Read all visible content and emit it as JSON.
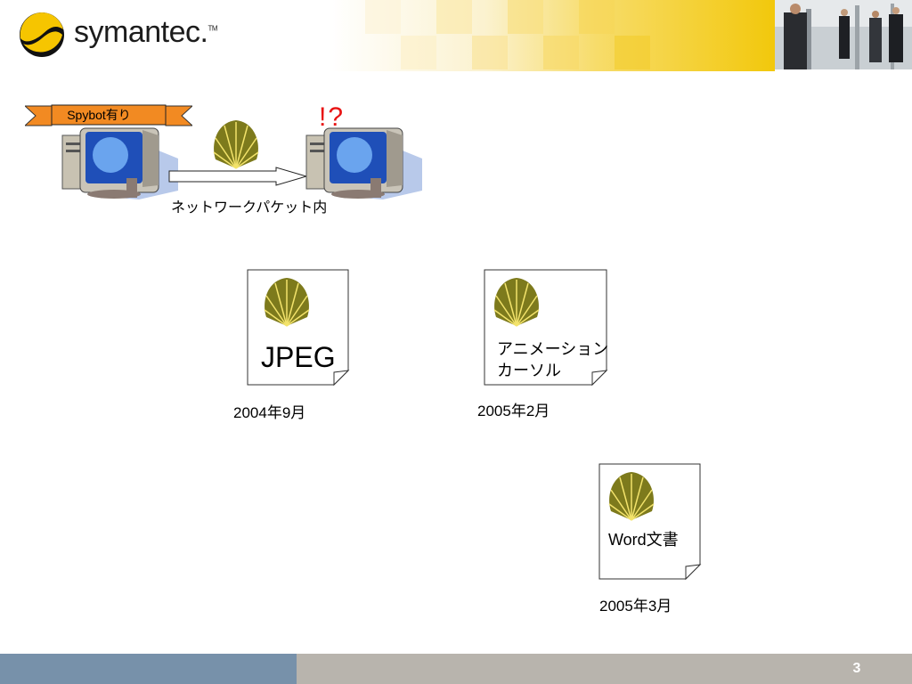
{
  "brand": {
    "logo_text": "symantec.",
    "logo_tm": "TM"
  },
  "diagram": {
    "banner_label": "Spybot有り",
    "warning_mark": "!?",
    "packet_label": "ネットワークパケット内"
  },
  "documents": [
    {
      "label": "JPEG",
      "date": "2004年9月"
    },
    {
      "label_lines": [
        "アニメーション",
        "カーソル"
      ],
      "date": "2005年2月"
    },
    {
      "label": "Word文書",
      "date": "2005年3月"
    }
  ],
  "footer": {
    "page_number": "3"
  },
  "colors": {
    "header_yellow": "#f4c81a",
    "footer_blue": "#7791aa",
    "footer_gray": "#b8b4ad",
    "shell_olive": "#7d7a1c",
    "banner_orange": "#f28a22",
    "warning_red": "#e81313"
  }
}
